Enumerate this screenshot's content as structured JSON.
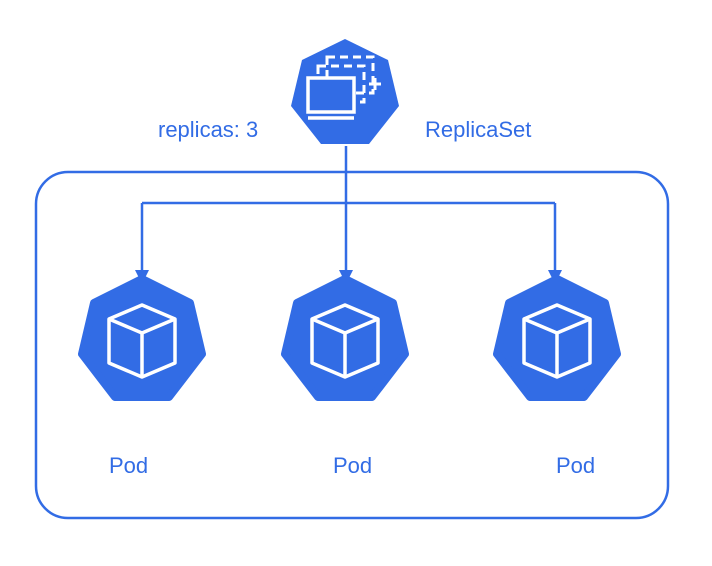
{
  "colors": {
    "primary": "#326ce5",
    "icon_fill": "#326ce5",
    "icon_line": "#ffffff",
    "background": "#ffffff"
  },
  "replicaset": {
    "icon": "replicaset-icon",
    "name_label": "ReplicaSet",
    "replicas_label": "replicas: 3"
  },
  "pods": [
    {
      "icon": "pod-cube-icon",
      "label": "Pod"
    },
    {
      "icon": "pod-cube-icon",
      "label": "Pod"
    },
    {
      "icon": "pod-cube-icon",
      "label": "Pod"
    }
  ]
}
